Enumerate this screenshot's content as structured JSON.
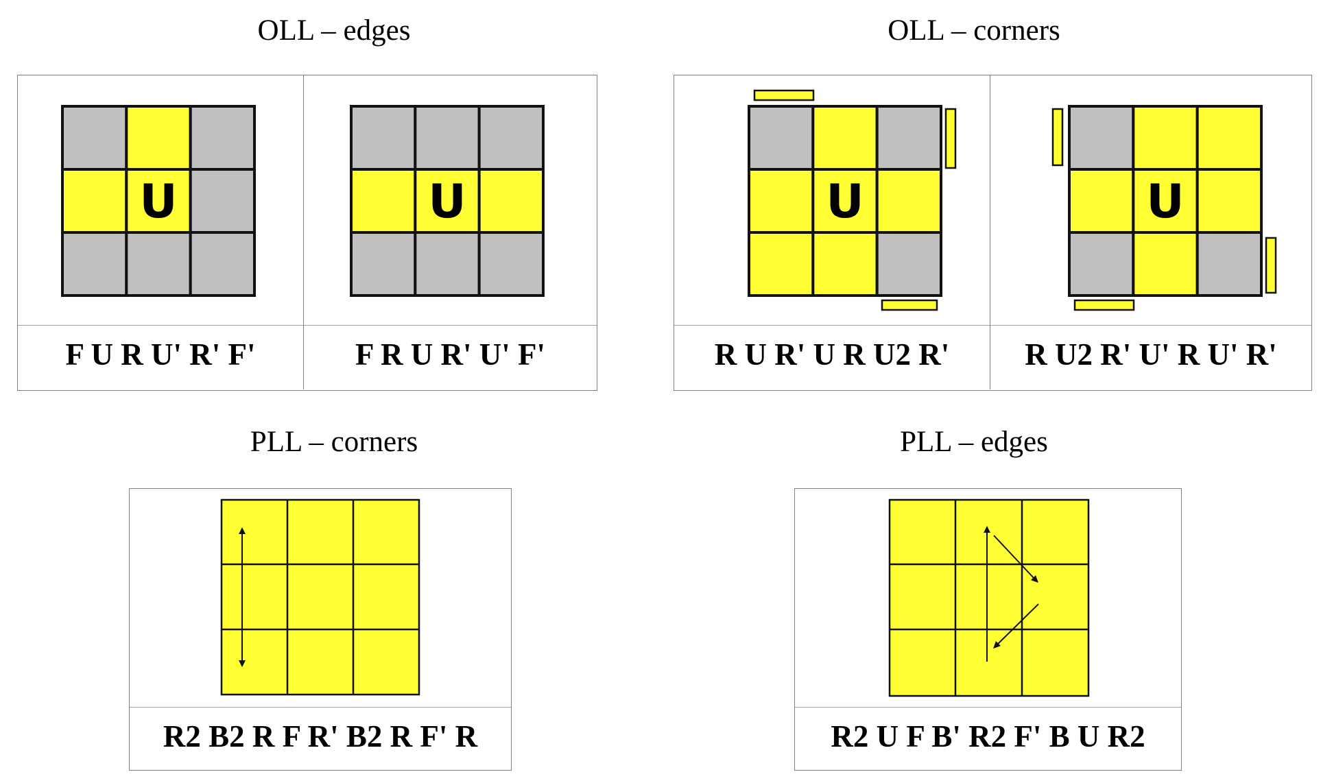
{
  "colors": {
    "sticker_yellow": "#ffff33",
    "sticker_gray": "#c0c0c0",
    "grid_line": "#111111",
    "card_border": "#808080"
  },
  "center_label": "U",
  "sections": [
    {
      "title": "OLL – edges",
      "cases": [
        {
          "formula": "F U R U' R' F'",
          "grid": [
            "gray",
            "yellow",
            "gray",
            "yellow",
            "yellow",
            "gray",
            "gray",
            "gray",
            "gray"
          ]
        },
        {
          "formula": "F R U R' U' F'",
          "grid": [
            "gray",
            "gray",
            "gray",
            "yellow",
            "yellow",
            "yellow",
            "gray",
            "gray",
            "gray"
          ]
        }
      ]
    },
    {
      "title": "OLL – corners",
      "cases": [
        {
          "formula": "R U R' U R U2 R'",
          "grid": [
            "gray",
            "yellow",
            "gray",
            "yellow",
            "yellow",
            "yellow",
            "yellow",
            "yellow",
            "gray"
          ]
        },
        {
          "formula": "R U2 R' U' R U' R'",
          "grid": [
            "gray",
            "yellow",
            "yellow",
            "yellow",
            "yellow",
            "yellow",
            "gray",
            "yellow",
            "gray"
          ]
        }
      ]
    },
    {
      "title": "PLL – corners",
      "cases": [
        {
          "formula": "R2 B2 R F R' B2 R F' R"
        }
      ]
    },
    {
      "title": "PLL – edges",
      "cases": [
        {
          "formula": "R2 U F B' R2 F' B U R2"
        }
      ]
    }
  ]
}
